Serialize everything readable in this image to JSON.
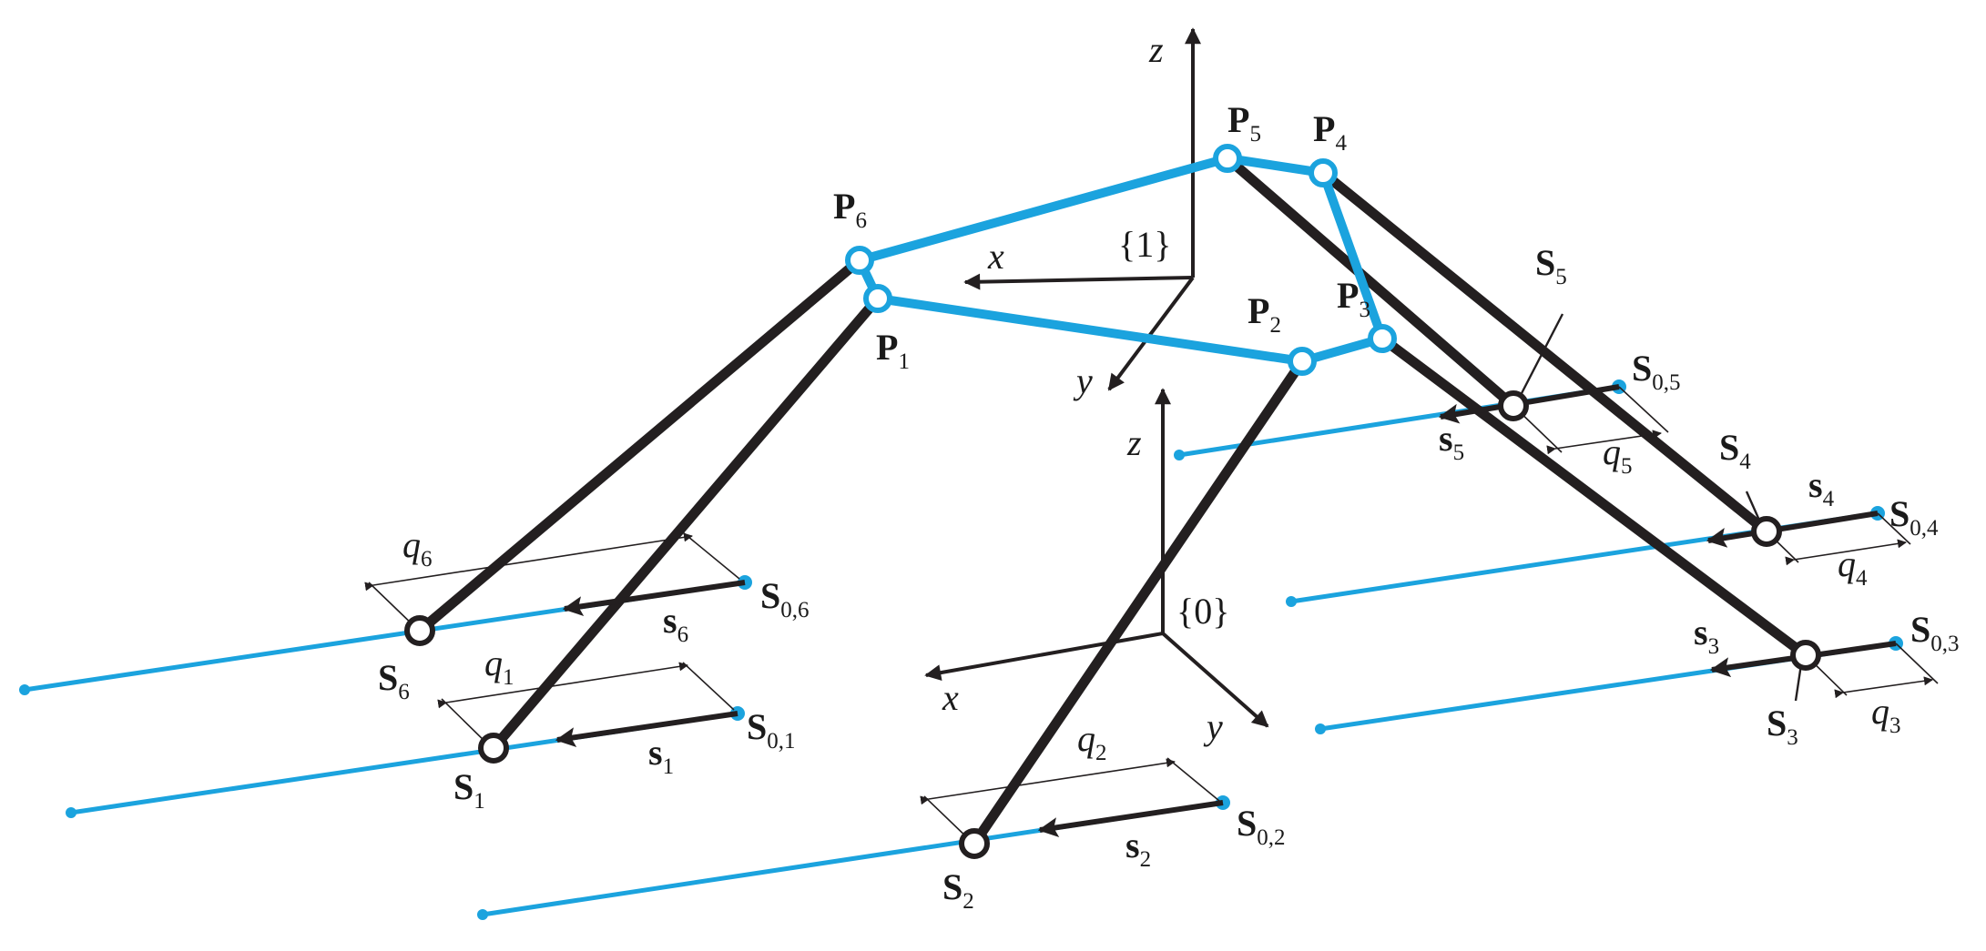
{
  "colors": {
    "platform": "#1ba3de",
    "rails": "#1ba3de",
    "legs": "#231f20",
    "background": "#ffffff"
  },
  "frames": {
    "moving": {
      "label": "{1}",
      "x": "x",
      "y": "y",
      "z": "z"
    },
    "base": {
      "label": "{0}",
      "x": "x",
      "y": "y",
      "z": "z"
    }
  },
  "platform_points": [
    {
      "base": "P",
      "sub": "1"
    },
    {
      "base": "P",
      "sub": "2"
    },
    {
      "base": "P",
      "sub": "3"
    },
    {
      "base": "P",
      "sub": "4"
    },
    {
      "base": "P",
      "sub": "5"
    },
    {
      "base": "P",
      "sub": "6"
    }
  ],
  "slider_points": [
    {
      "base": "S",
      "sub": "1"
    },
    {
      "base": "S",
      "sub": "2"
    },
    {
      "base": "S",
      "sub": "3"
    },
    {
      "base": "S",
      "sub": "4"
    },
    {
      "base": "S",
      "sub": "5"
    },
    {
      "base": "S",
      "sub": "6"
    }
  ],
  "rail_origins": [
    {
      "base": "S",
      "sub": "0,1"
    },
    {
      "base": "S",
      "sub": "0,2"
    },
    {
      "base": "S",
      "sub": "0,3"
    },
    {
      "base": "S",
      "sub": "0,4"
    },
    {
      "base": "S",
      "sub": "0,5"
    },
    {
      "base": "S",
      "sub": "0,6"
    }
  ],
  "directions": [
    {
      "base": "s",
      "sub": "1"
    },
    {
      "base": "s",
      "sub": "2"
    },
    {
      "base": "s",
      "sub": "3"
    },
    {
      "base": "s",
      "sub": "4"
    },
    {
      "base": "s",
      "sub": "5"
    },
    {
      "base": "s",
      "sub": "6"
    }
  ],
  "displacements": [
    {
      "base": "q",
      "sub": "1"
    },
    {
      "base": "q",
      "sub": "2"
    },
    {
      "base": "q",
      "sub": "3"
    },
    {
      "base": "q",
      "sub": "4"
    },
    {
      "base": "q",
      "sub": "5"
    },
    {
      "base": "q",
      "sub": "6"
    }
  ]
}
